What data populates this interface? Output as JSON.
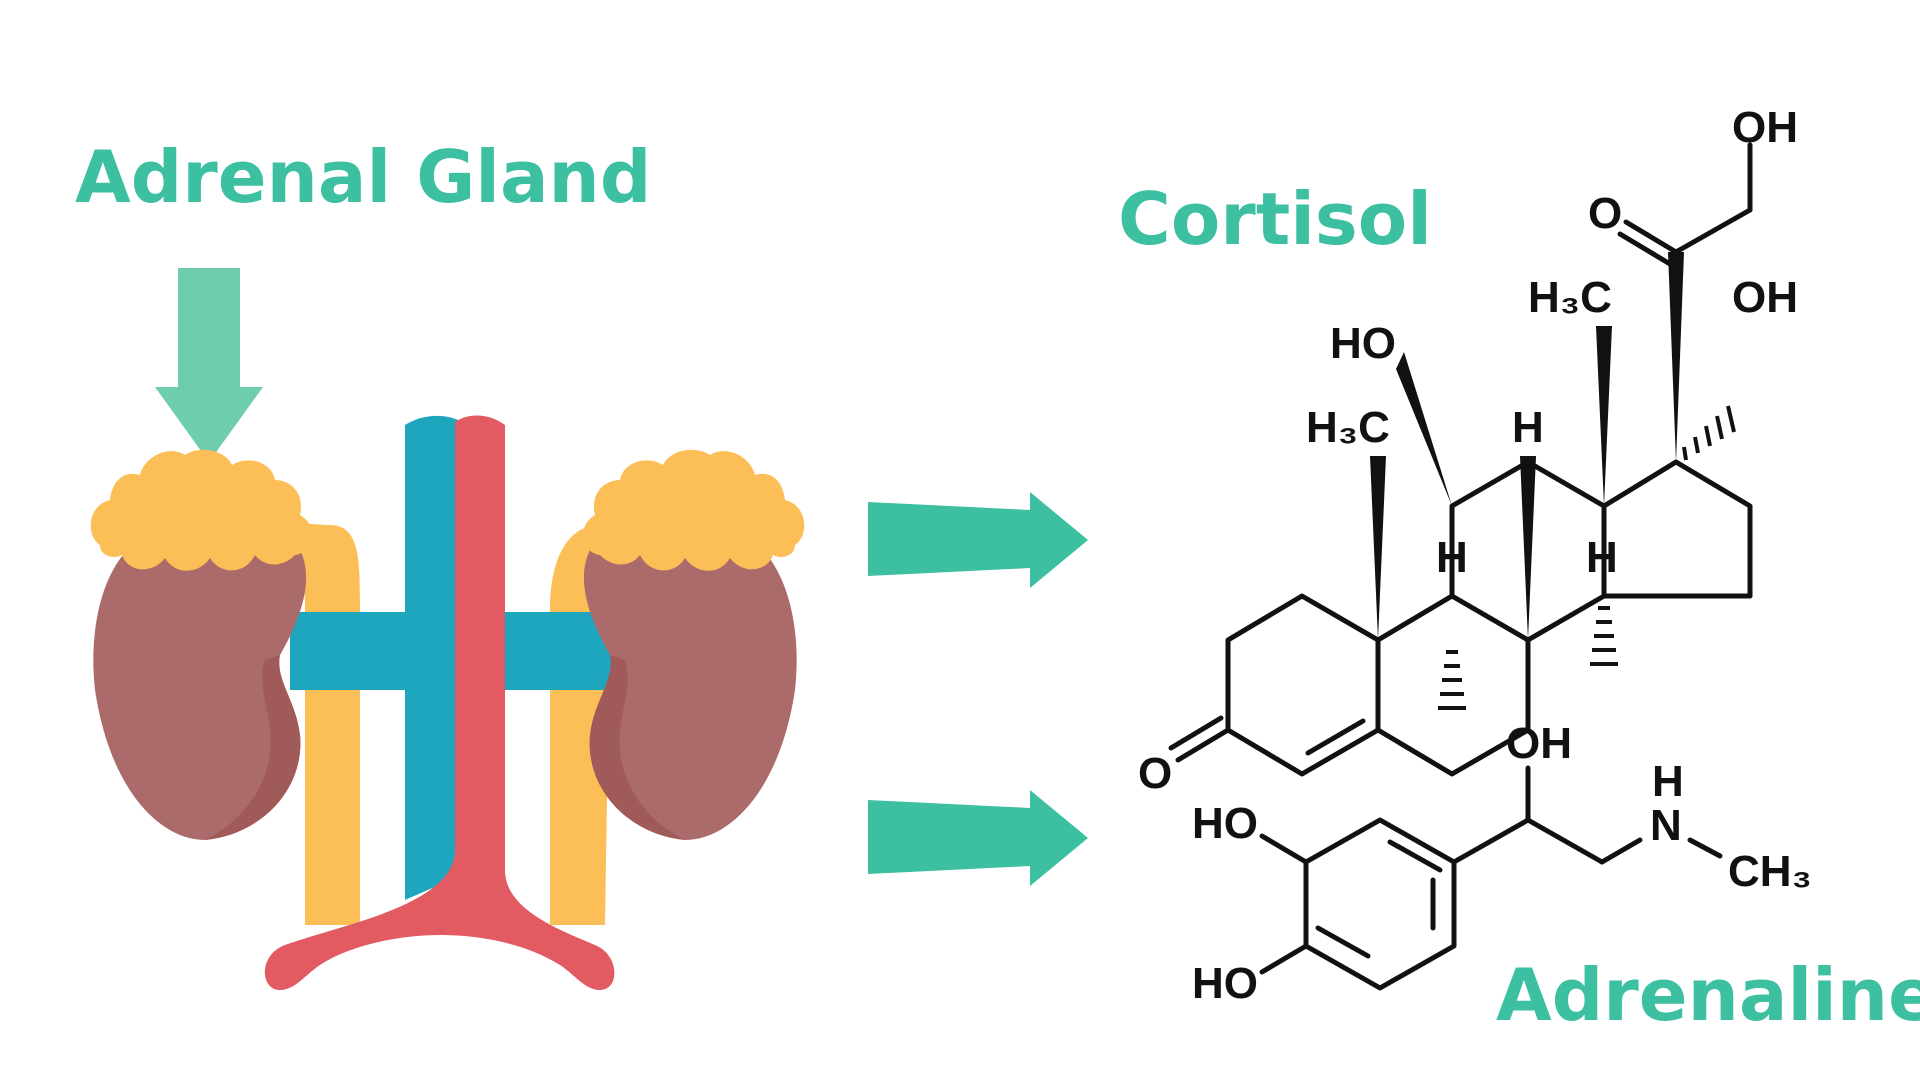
{
  "labels": {
    "adrenal_gland": "Adrenal Gland",
    "cortisol": "Cortisol",
    "adrenaline": "Adrenaline"
  },
  "cortisol_atoms": {
    "oh_top": "OH",
    "o_ketone": "O",
    "h3c_c18": "H₃C",
    "oh_c17": "OH",
    "ho_c11": "HO",
    "h3c_c19": "H₃C",
    "h_c8": "H",
    "h_c9": "H",
    "h_c14": "H",
    "o_c3": "O"
  },
  "adrenaline_atoms": {
    "oh_side": "OH",
    "ho_upper": "HO",
    "ho_lower": "HO",
    "n_h": "H",
    "n": "N",
    "ch3": "CH₃"
  },
  "colors": {
    "teal_text": "#3dbfa1",
    "arrow_light": "#6ecdac",
    "arrow_teal": "#3dbfa1",
    "gland_yellow": "#fcbf57",
    "kidney": "#ab6b6a",
    "kidney_shadow": "#a05a59",
    "vein_blue": "#1fa6bf",
    "artery_red": "#e25b63",
    "ureter_yellow": "#fcbf57",
    "bond_black": "#111111"
  }
}
